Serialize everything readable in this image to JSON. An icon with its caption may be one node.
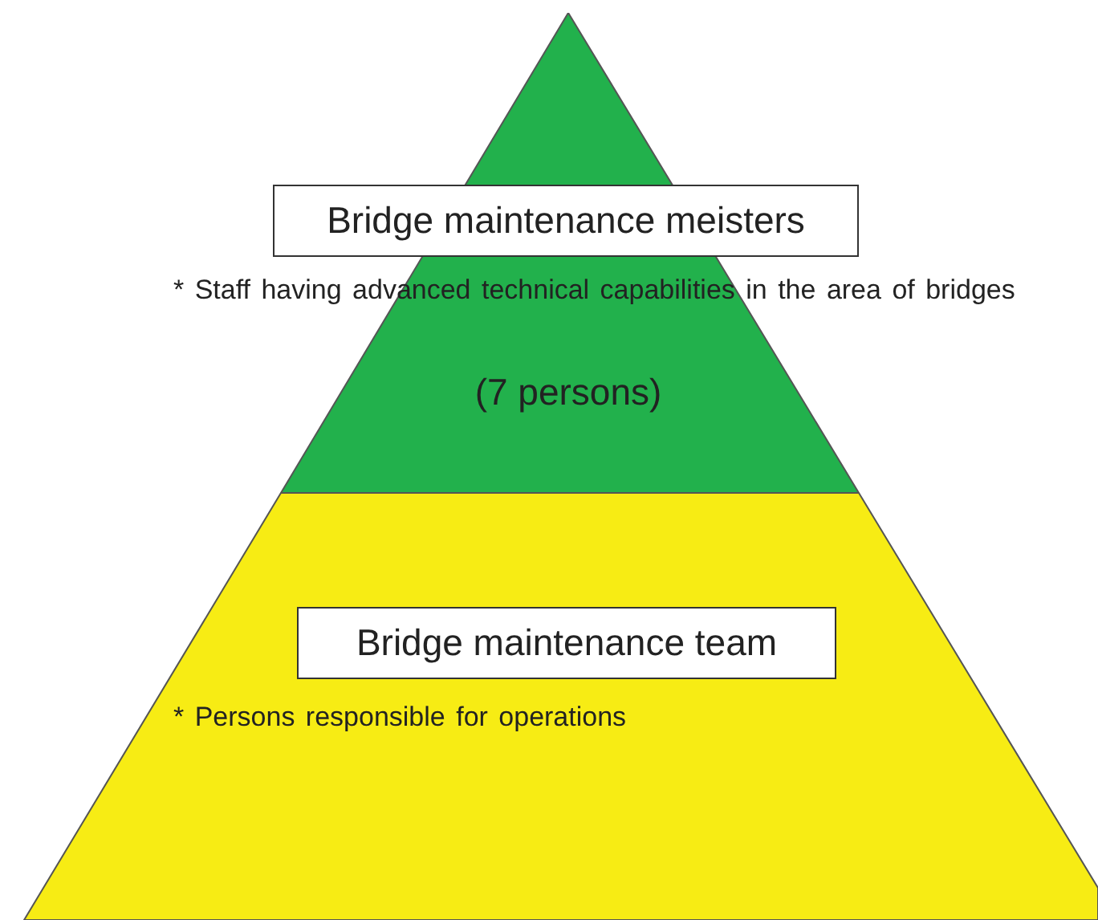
{
  "diagram": {
    "nodes": [
      {
        "text": [
          "* Staff having advanced technical capabilities in the area of bridges",
          "(7 persons)"
        ]
      },
      {
        "text": [
          "Bridge maintenance meisters"
        ],
        "in": 0
      },
      {
        "text": [
          "* Persons responsible for operations"
        ]
      },
      {
        "text": [
          "Bridge maintenance team"
        ],
        "in": 2
      }
    ],
    "edges": []
  }
}
